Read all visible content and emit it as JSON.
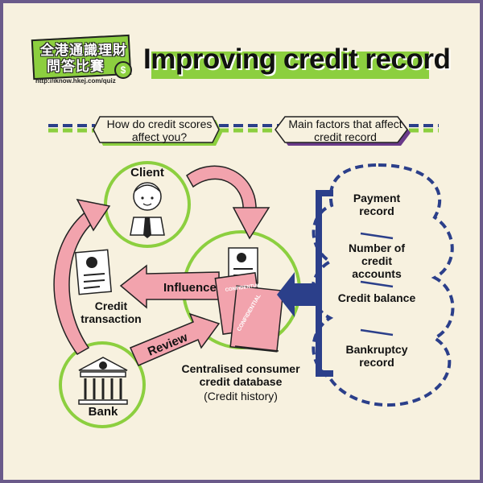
{
  "logo": {
    "line1": "全港通識理財",
    "line2": "問答比賽",
    "coin": "$",
    "url": "http://iknow.hkej.com/quiz"
  },
  "title": "Improving credit record",
  "subtitles": {
    "left": "How do credit scores affect you?",
    "right": "Main factors that affect credit record"
  },
  "nodes": {
    "client": "Client",
    "credit_transaction": "Credit transaction",
    "bank": "Bank",
    "database": "Centralised consumer credit database",
    "database_sub": "(Credit history)"
  },
  "arrows": {
    "influence": "Influence",
    "review": "Review"
  },
  "document_stamps": {
    "confidential_1": "CONFIDENTIAL",
    "confidential_2": "CONFIDENTIAL"
  },
  "factors": [
    "Payment record",
    "Number of credit accounts",
    "Credit balance",
    "Bankruptcy record"
  ],
  "colors": {
    "background": "#f7f1df",
    "green": "#8ccf3f",
    "pink": "#f2a3ad",
    "navy": "#2b3f8a",
    "purple": "#6a3a8a"
  }
}
